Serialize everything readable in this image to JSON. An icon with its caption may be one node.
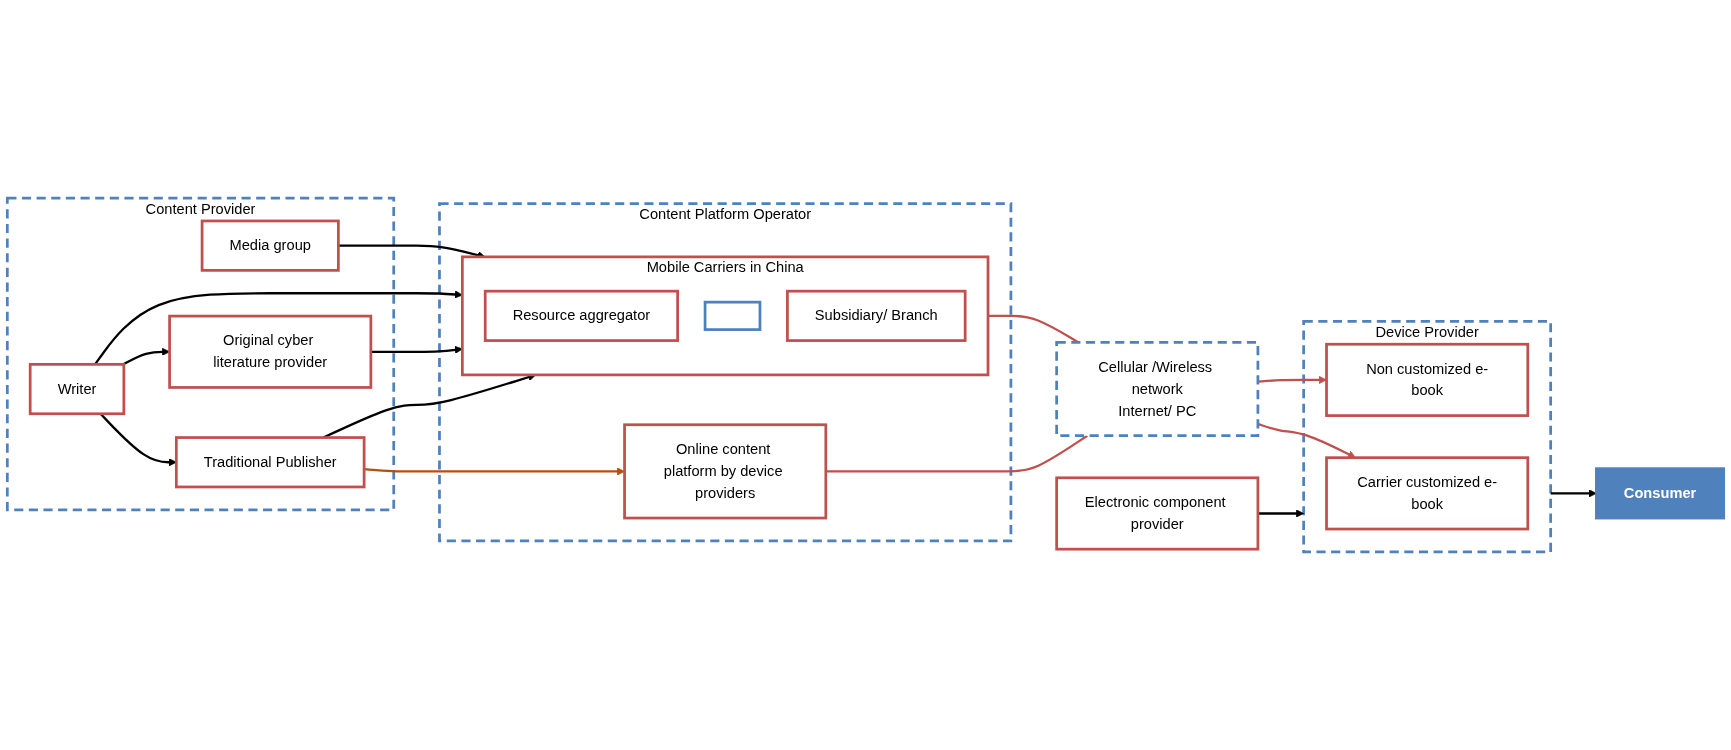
{
  "diagram": {
    "nodes": [
      {
        "text": [
          "Content Provider"
        ]
      },
      {
        "text": [
          "Media group"
        ],
        "in": 0
      },
      {
        "text": [
          "Traditional Publisher"
        ],
        "in": 0
      },
      {
        "text": [
          "Writer"
        ],
        "in": 0
      },
      {
        "text": [
          "Original cyber literature provider"
        ],
        "in": 0
      },
      {
        "text": [
          "Content Platform Operator"
        ]
      },
      {
        "text": [
          "Mobile Carriers in China"
        ],
        "in": 5
      },
      {
        "text": [
          "Resource aggregator"
        ],
        "in": 6
      },
      {
        "text": [],
        "shape": "box",
        "in": 6
      },
      {
        "text": [
          "Subsidiary/ Branch"
        ],
        "in": 6
      },
      {
        "text": [
          "Online content platform by device providers"
        ],
        "in": 5
      },
      {
        "text": [
          "Cellular /Wireless network",
          "Internet/ PC"
        ]
      },
      {
        "text": [
          "Device Provider"
        ]
      },
      {
        "text": [
          "Carrier customized e-book"
        ],
        "in": 12
      },
      {
        "text": [
          "Non customized e-book"
        ],
        "in": 12
      },
      {
        "text": [
          "Consumer"
        ]
      },
      {
        "text": [
          "Electronic component provider"
        ]
      }
    ],
    "edges": [
      {
        "from": 1,
        "to": 6,
        "arrow": "to"
      },
      {
        "from": 2,
        "to": 6,
        "arrow": "to"
      },
      {
        "from": 3,
        "to": 6,
        "arrow": "to"
      },
      {
        "from": 4,
        "to": 6,
        "arrow": "to"
      },
      {
        "from": 3,
        "to": 2,
        "arrow": "to"
      },
      {
        "from": 3,
        "to": 4,
        "arrow": "to"
      },
      {
        "from": 2,
        "to": 10,
        "arrow": "to",
        "color": "#b5500f"
      },
      {
        "from": 6,
        "to": 11,
        "arrow": "none",
        "color": "#c0504d"
      },
      {
        "from": 11,
        "to": 13,
        "arrow": "to",
        "color": "#c0504d"
      },
      {
        "from": 10,
        "to": 11,
        "arrow": "none",
        "color": "#c0504d"
      },
      {
        "from": 11,
        "to": 14,
        "arrow": "to",
        "color": "#c0504d"
      },
      {
        "from": 12,
        "to": 15,
        "arrow": "to"
      },
      {
        "from": 16,
        "to": 12,
        "arrow": "to"
      }
    ]
  }
}
